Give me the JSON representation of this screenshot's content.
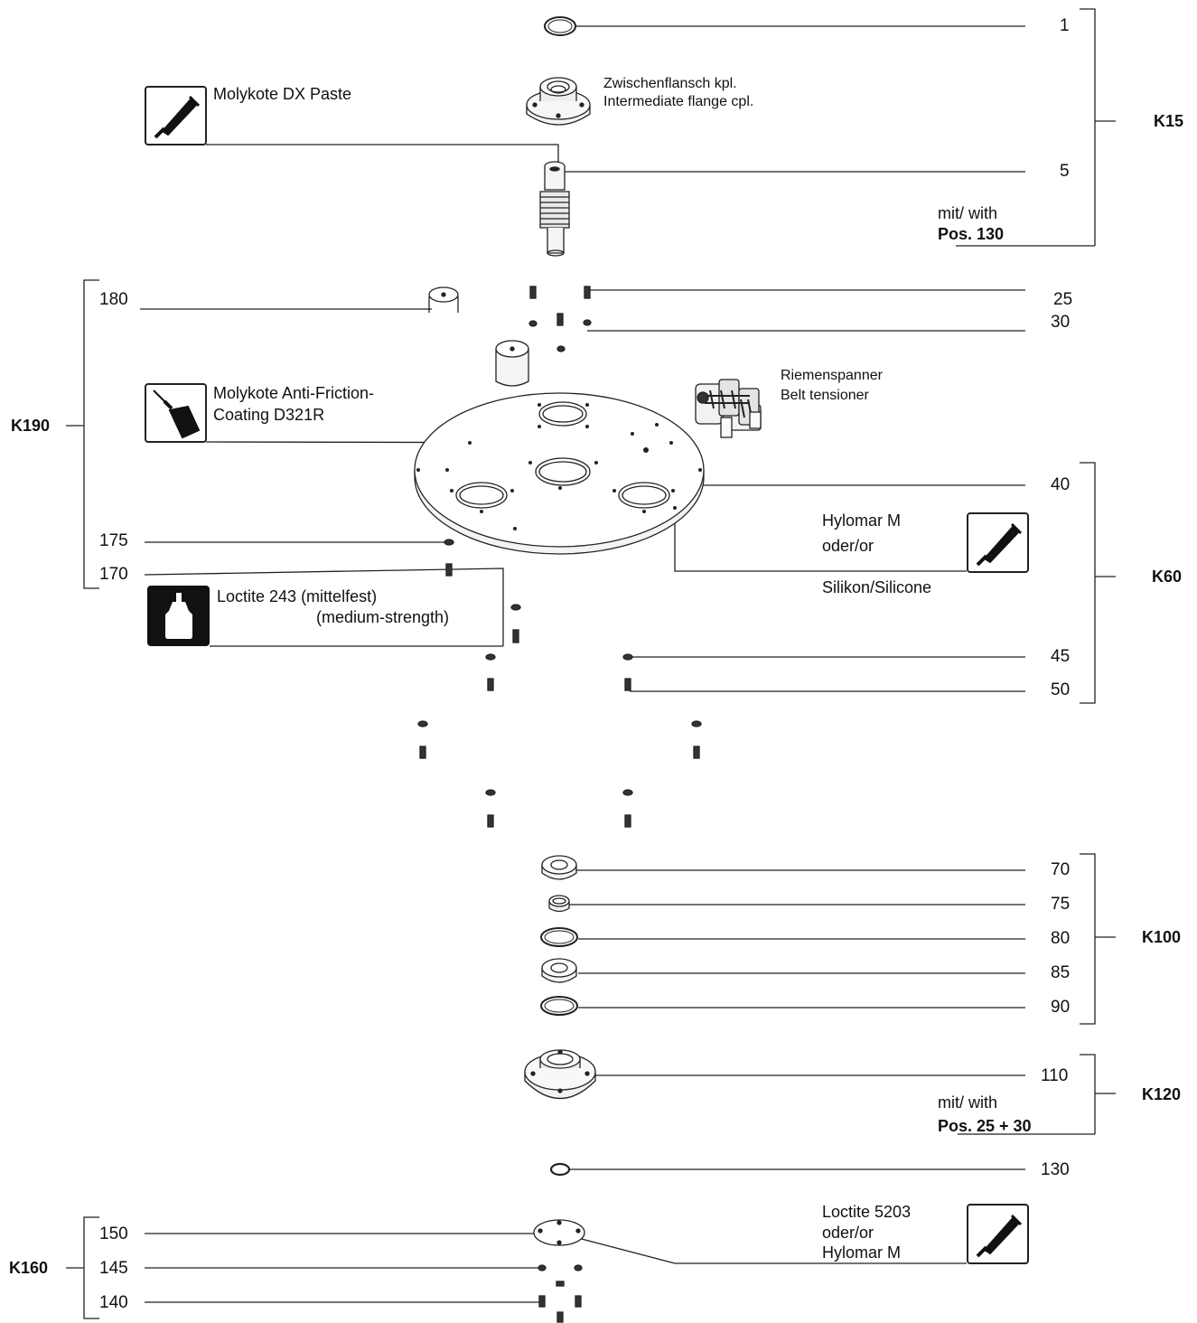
{
  "positions": {
    "p1": "1",
    "p5": "5",
    "p25": "25",
    "p30": "30",
    "p40": "40",
    "p45": "45",
    "p50": "50",
    "p70": "70",
    "p75": "75",
    "p80": "80",
    "p85": "85",
    "p90": "90",
    "p110": "110",
    "p130": "130",
    "p140": "140",
    "p145": "145",
    "p150": "150",
    "p170": "170",
    "p175": "175",
    "p180": "180"
  },
  "groups": {
    "k15": "K15",
    "k60": "K60",
    "k100": "K100",
    "k120": "K120",
    "k160": "K160",
    "k190": "K190"
  },
  "labels": {
    "flange_de": "Zwischenflansch kpl.",
    "flange_en": "Intermediate flange cpl.",
    "molykote_dx": "Molykote DX Paste",
    "mit_with_1": "mit/ with",
    "pos_130": "Pos. 130",
    "molykote_af_1": "Molykote Anti-Friction-",
    "molykote_af_2": "Coating D321R",
    "belt_de": "Riemenspanner",
    "belt_en": "Belt tensioner",
    "hylomar_1": "Hylomar M",
    "hylomar_2": "oder/or",
    "hylomar_3": "Silikon/Silicone",
    "loctite243_1": "Loctite 243 (mittelfest)",
    "loctite243_2": "(medium-strength)",
    "mit_with_2": "mit/ with",
    "pos_25_30": "Pos. 25 + 30",
    "loctite5203_1": "Loctite 5203",
    "loctite5203_2": "oder/or",
    "loctite5203_3": "Hylomar M"
  },
  "icons": {
    "paste_tube": "paste-tube-icon",
    "oil_can": "oil-can-icon",
    "glue_bottle": "glue-bottle-icon"
  },
  "colors": {
    "line": "#222222",
    "background": "#ffffff"
  }
}
